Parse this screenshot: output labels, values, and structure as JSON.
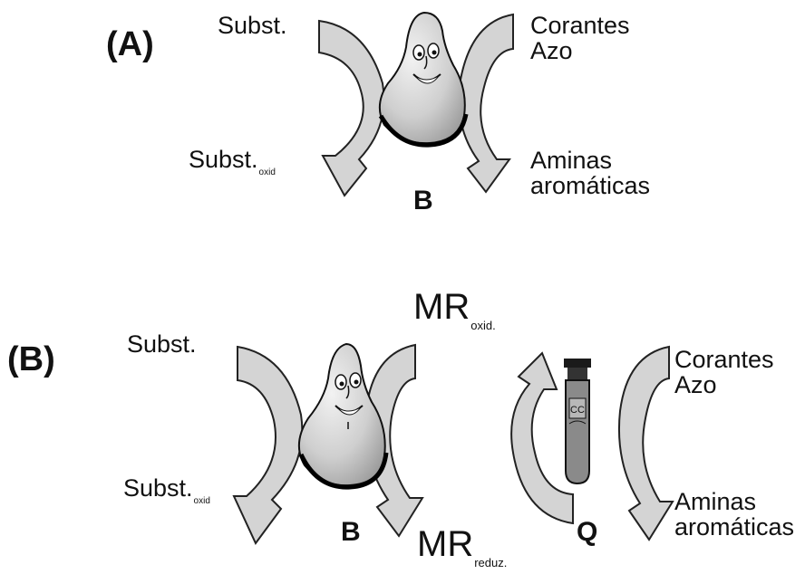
{
  "panel_a": {
    "panel_label": "(A)",
    "substrate": "Subst.",
    "substrate_oxidized_main": "Subst.",
    "substrate_oxidized_sub": "oxid",
    "dye_line1": "Corantes",
    "dye_line2": "Azo",
    "amines_line1": "Aminas",
    "amines_line2": "aromáticas",
    "organism_label": "B"
  },
  "panel_b": {
    "panel_label": "(B)",
    "substrate": "Subst.",
    "substrate_oxidized_main": "Subst.",
    "substrate_oxidized_sub": "oxid",
    "mediator_oxidized_main": "MR",
    "mediator_oxidized_sub": "oxid.",
    "mediator_reduced_main": "MR",
    "mediator_reduced_sub": "reduz.",
    "dye_line1": "Corantes",
    "dye_line2": "Azo",
    "amines_line1": "Aminas",
    "amines_line2": "aromáticas",
    "organism_label": "B",
    "chemical_label": "Q"
  },
  "colors": {
    "arrow_fill": "#d4d4d4",
    "arrow_stroke": "#222222",
    "cell_fill": "#cfcfcf",
    "tube_fill": "#8a8a8a",
    "cap_fill": "#1a1a1a"
  }
}
